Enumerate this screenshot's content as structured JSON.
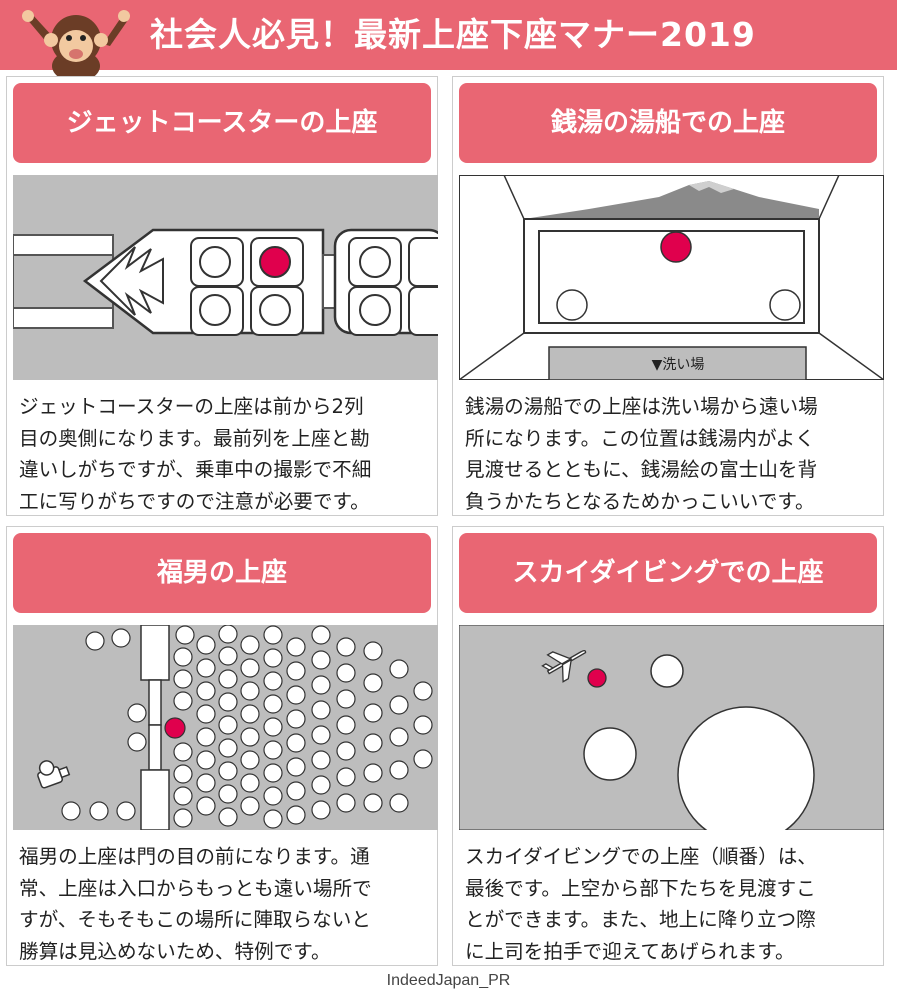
{
  "header": {
    "title": "社会人必見！最新上座下座マナー2019",
    "mascot_icon": "monkey-mascot-icon",
    "color": "#e96673"
  },
  "panels": [
    {
      "title": "ジェットコースターの上座",
      "description": "ジェットコースターの上座は前から2列\n目の奥側になります。最前列を上座と勘\n違いしがちですが、乗車中の撮影で不細\n工に写りがちですので注意が必要です。"
    },
    {
      "title": "銭湯の湯船での上座",
      "illustration_label": "▼洗い場",
      "description": "銭湯の湯船での上座は洗い場から遠い場\n所になります。この位置は銭湯内がよく\n見渡せるとともに、銭湯絵の富士山を背\n負うかたちとなるためかっこいいです。"
    },
    {
      "title": "福男の上座",
      "description": "福男の上座は門の目の前になります。通\n常、上座は入口からもっとも遠い場所で\nすが、そもそもこの場所に陣取らないと\n勝算は見込めないため、特例です。"
    },
    {
      "title": "スカイダイビングでの上座",
      "description": "スカイダイビングでの上座（順番）は、\n最後です。上空から部下たちを見渡すこ\nとができます。また、地上に降り立つ際\nに上司を拍手で迎えてあげられます。"
    }
  ],
  "colors": {
    "accent": "#e96673",
    "seat_highlight": "#e0004d",
    "illustration_bg": "#bdbdbd"
  },
  "credit": "IndeedJapan_PR"
}
